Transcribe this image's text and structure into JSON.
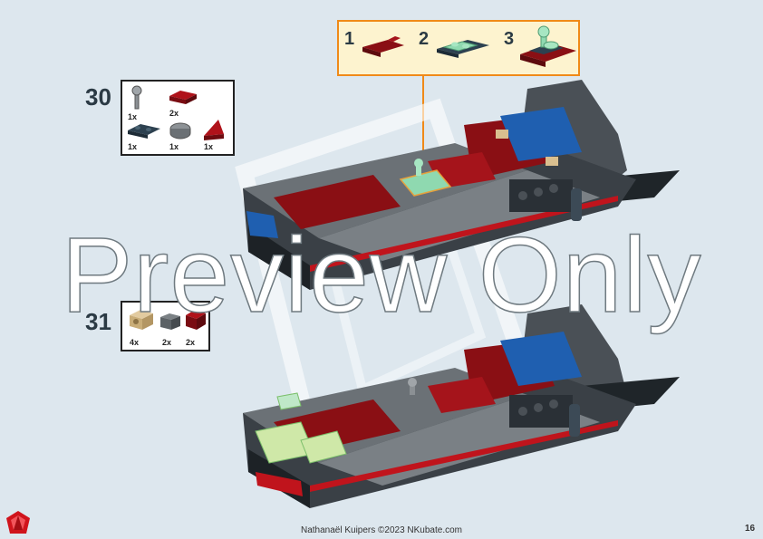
{
  "steps": [
    {
      "number": "30",
      "parts": [
        {
          "qty": "1x",
          "icon": "gray-bar-piece"
        },
        {
          "qty": "2x",
          "icon": "dark-red-plate"
        },
        {
          "qty": "1x",
          "icon": "dark-blue-plate"
        },
        {
          "qty": "1x",
          "icon": "gray-round-tile"
        },
        {
          "qty": "1x",
          "icon": "dark-red-wedge"
        }
      ]
    },
    {
      "number": "31",
      "parts": [
        {
          "qty": "4x",
          "icon": "tan-technic-brick"
        },
        {
          "qty": "2x",
          "icon": "dark-gray-brick"
        },
        {
          "qty": "2x",
          "icon": "dark-red-bracket"
        }
      ]
    }
  ],
  "subassembly": {
    "steps": [
      "1",
      "2",
      "3"
    ]
  },
  "watermark": "Preview Only",
  "footer": "Nathanaël Kuipers ©2023 NKubate.com",
  "page_number": "16",
  "colors": {
    "background": "#dde7ee",
    "callout_fill": "#fdf3cf",
    "callout_border": "#f08a18",
    "dark_red": "#8a0f14",
    "blue": "#1f5fb0",
    "dark_gray": "#3a4046",
    "gray": "#6b7176"
  }
}
